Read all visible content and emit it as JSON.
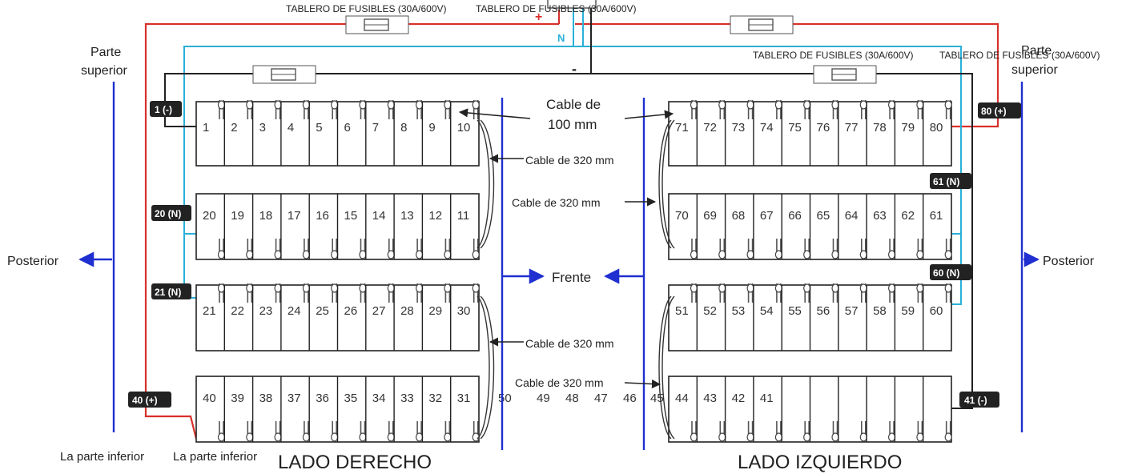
{
  "labels": {
    "fuse_top_1": "TABLERO DE FUSIBLES (30A/600V)",
    "fuse_top_2": "TABLERO DE FUSIBLES (30A/600V)",
    "fuse_right_1": "TABLERO DE FUSIBLES (30A/600V)",
    "fuse_right_2": "TABLERO DE FUSIBLES (30A/600V)",
    "plus_sign": "+",
    "minus_sign": "-",
    "neutral_sign": "N",
    "top_left_line1": "Parte",
    "top_left_line2": "superior",
    "top_right_line1": "Parte",
    "top_right_line2": "superior",
    "rear_left": "Posterior",
    "rear_right": "Posterior",
    "front": "Frente",
    "cable_100_line1": "Cable de",
    "cable_100_line2": "100 mm",
    "cable_320_a": "Cable de 320 mm",
    "cable_320_b": "Cable de 320 mm",
    "cable_320_c": "Cable de 320 mm",
    "cable_320_d": "Cable de 320 mm",
    "bottom_left_1": "La parte inferior",
    "bottom_left_2": "La parte inferior",
    "side_right": "LADO DERECHO",
    "side_left": "LADO IZQUIERDO"
  },
  "terminal_tags": {
    "t1": "1 (-)",
    "t20": "20 (N)",
    "t21": "21 (N)",
    "t40": "40 (+)",
    "t80": "80 (+)",
    "t61": "61 (N)",
    "t60": "60 (N)",
    "t41": "41 (-)"
  },
  "battery_rows": {
    "right_row1": [
      "1",
      "2",
      "3",
      "4",
      "5",
      "6",
      "7",
      "8",
      "9",
      "10"
    ],
    "right_row2": [
      "20",
      "19",
      "18",
      "17",
      "16",
      "15",
      "14",
      "13",
      "12",
      "11"
    ],
    "right_row3": [
      "21",
      "22",
      "23",
      "24",
      "25",
      "26",
      "27",
      "28",
      "29",
      "30"
    ],
    "right_row4": [
      "40",
      "39",
      "38",
      "37",
      "36",
      "35",
      "34",
      "33",
      "32",
      "31"
    ],
    "left_row1": [
      "71",
      "72",
      "73",
      "74",
      "75",
      "76",
      "77",
      "78",
      "79",
      "80"
    ],
    "left_row2": [
      "70",
      "69",
      "68",
      "67",
      "66",
      "65",
      "64",
      "63",
      "62",
      "61"
    ],
    "left_row3": [
      "51",
      "52",
      "53",
      "54",
      "55",
      "56",
      "57",
      "58",
      "59",
      "60"
    ],
    "left_row4": [
      "44",
      "43",
      "42",
      "41"
    ],
    "middle_row4": [
      "50",
      "49",
      "48",
      "47",
      "46",
      "45"
    ]
  },
  "colors": {
    "positive_wire": "#d9302a",
    "negative_wire": "#222222",
    "neutral_wire": "#2ab0d8",
    "guide_line": "#1f2fd0",
    "tag_bg": "#222222"
  }
}
